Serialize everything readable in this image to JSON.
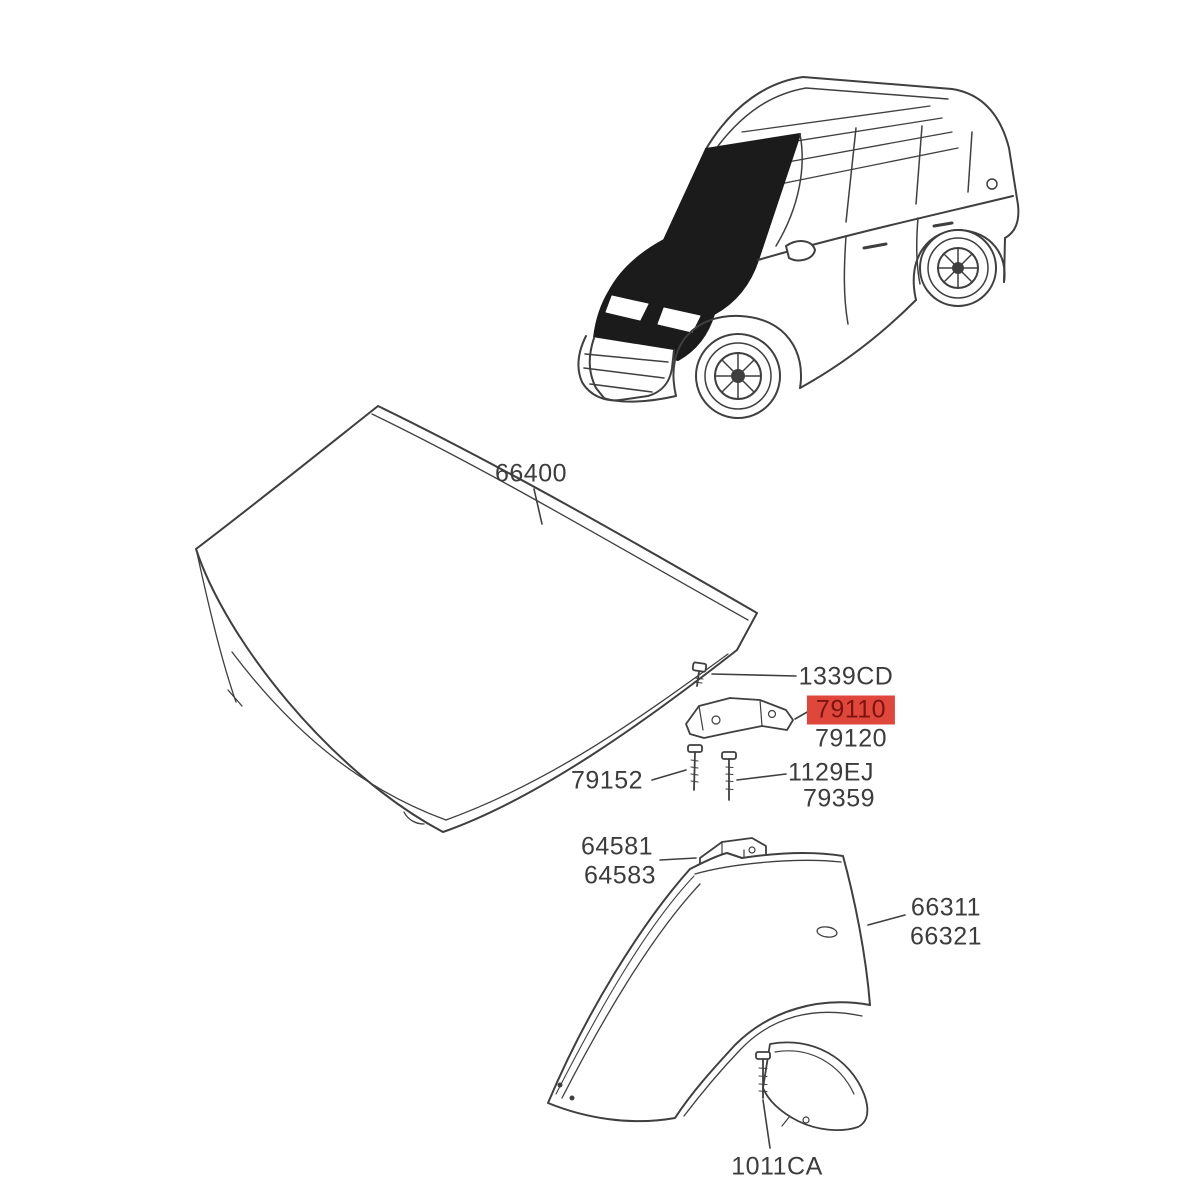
{
  "style": {
    "background": "#ffffff",
    "line_color": "#3f3f3f",
    "highlight_bg": "#e0473c",
    "highlight_text": "#7c130d"
  },
  "labels": {
    "hood": "66400",
    "screw": "1339CD",
    "hinge_selected": "79110",
    "hinge": "79120",
    "hinge_bolt": "79152",
    "bolt_upper": "1129EJ",
    "bolt_lower": "79359",
    "bracket_a": "64581",
    "bracket_b": "64583",
    "fender_a": "66311",
    "fender_b": "66321",
    "fender_bolt": "1011CA"
  }
}
